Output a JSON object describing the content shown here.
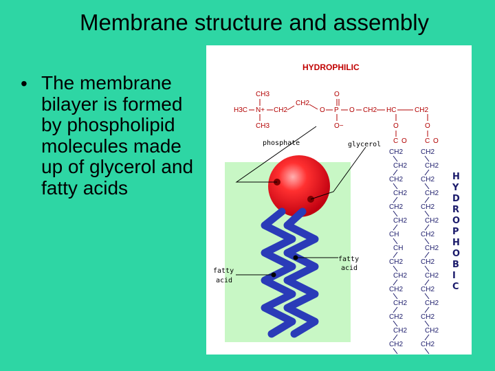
{
  "slide": {
    "title": "Membrane structure and assembly",
    "bullet": "The membrane bilayer is formed by phospholipid molecules made up of glycerol and fatty acids"
  },
  "figure": {
    "hydrophilic": "HYDROPHILIC",
    "hydrophobic_letters": [
      "H",
      "Y",
      "D",
      "R",
      "O",
      "P",
      "H",
      "O",
      "B",
      "I",
      "C"
    ],
    "labels": {
      "phosphate": "phosphate",
      "glycerol": "glycerol",
      "fatty_acid_left_1": "fatty",
      "fatty_acid_left_2": "acid",
      "fatty_acid_right_1": "fatty",
      "fatty_acid_right_2": "acid"
    },
    "chem": {
      "ch3": "CH3",
      "h3c": "H3C",
      "n_plus": "N+",
      "ch2": "CH2",
      "o": "O",
      "p": "P",
      "o_minus": "O−",
      "hc": "HC",
      "c": "C",
      "ch": "CH"
    },
    "colors": {
      "head": "#e8101e",
      "tail": "#2a3bb8",
      "panel": "#c8f7c5",
      "text_red": "#b20000"
    }
  }
}
